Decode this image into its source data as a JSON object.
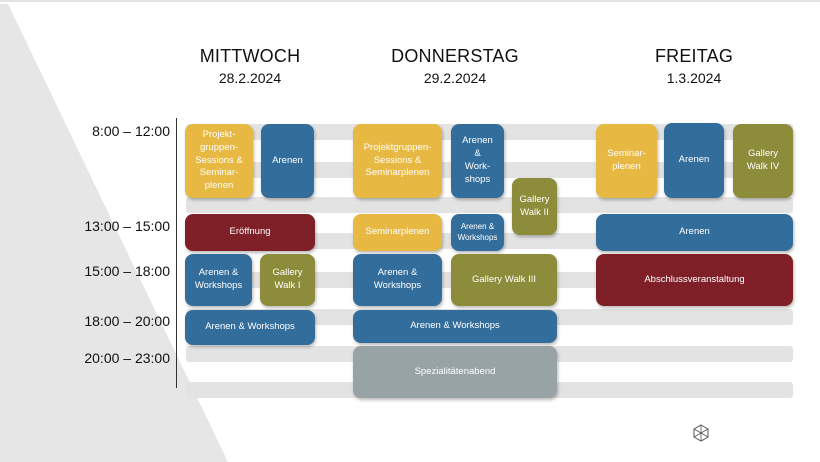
{
  "days": [
    {
      "name": "MITTWOCH",
      "date": "28.2.2024"
    },
    {
      "name": "DONNERSTAG",
      "date": "29.2.2024"
    },
    {
      "name": "FREITAG",
      "date": "1.3.2024"
    }
  ],
  "time_slots": [
    "8:00 – 12:00",
    "13:00 – 15:00",
    "15:00 – 18:00",
    "18:00 – 20:00",
    "20:00 – 23:00"
  ],
  "colors": {
    "yellow": "#e8b942",
    "blue": "#336d9b",
    "red": "#7f1f27",
    "olive": "#8c8c3a",
    "grey": "#98a3a6",
    "stripe": "#e3e3e3"
  },
  "mittwoch": {
    "projekt": "Projekt-\ngruppen-\nSessions &\nSeminar-\nplenen",
    "arenen": "Arenen",
    "eroeffnung": "Eröffnung",
    "arenen_workshops_1": "Arenen &\nWorkshops",
    "gallery_walk_1": "Gallery\nWalk I",
    "arenen_workshops_2": "Arenen & Workshops"
  },
  "donnerstag": {
    "projekt": "Projektgruppen-\nSessions &\nSeminarplenen",
    "arenen_workshops_1": "Arenen\n&\nWork-\nshops",
    "gallery_walk_2": "Gallery\nWalk II",
    "seminarplenen": "Seminarplenen",
    "arenen_workshops_2": "Arenen &\nWorkshops",
    "arenen_workshops_3": "Arenen &\nWorkshops",
    "gallery_walk_3": "Gallery Walk III",
    "arenen_workshops_4": "Arenen & Workshops",
    "spezialitaetenabend": "Spezialitätenabend"
  },
  "freitag": {
    "seminarplenen": "Seminar-\nplenen",
    "arenen_1": "Arenen",
    "gallery_walk_4": "Gallery\nWalk IV",
    "arenen_2": "Arenen",
    "abschluss": "Abschlussveranstaltung"
  },
  "logo": "cube-logo"
}
